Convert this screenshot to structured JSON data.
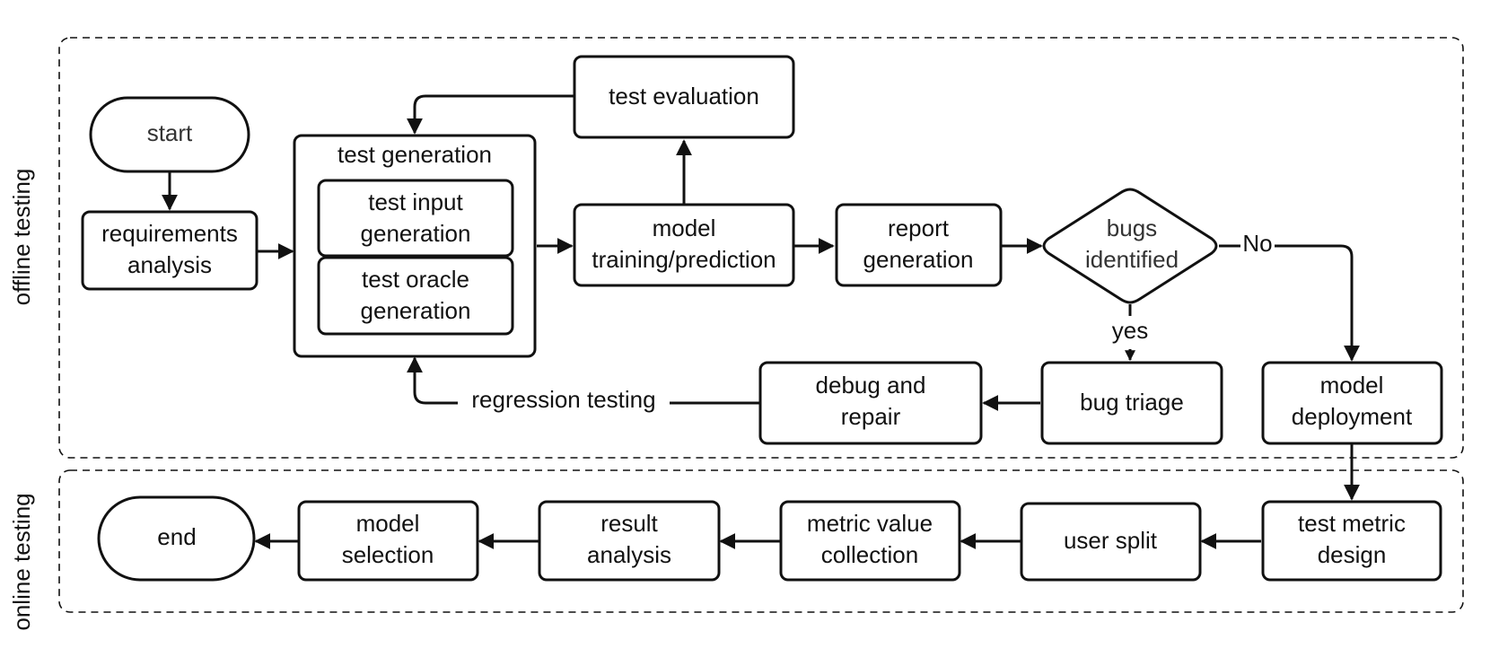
{
  "regions": {
    "offline": "offline testing",
    "online": "online testing"
  },
  "nodes": {
    "start": "start",
    "requirements": [
      "requirements",
      "analysis"
    ],
    "test_generation": "test generation",
    "test_input": [
      "test input",
      "generation"
    ],
    "test_oracle": [
      "test oracle",
      "generation"
    ],
    "test_evaluation": "test evaluation",
    "model_training": [
      "model",
      "training/prediction"
    ],
    "report_generation": [
      "report",
      "generation"
    ],
    "bugs_identified": [
      "bugs",
      "identified"
    ],
    "bug_triage": "bug triage",
    "debug_repair": [
      "debug and",
      "repair"
    ],
    "model_deployment": [
      "model",
      "deployment"
    ],
    "test_metric_design": [
      "test metric",
      "design"
    ],
    "user_split": "user split",
    "metric_value": [
      "metric value",
      "collection"
    ],
    "result_analysis": [
      "result",
      "analysis"
    ],
    "model_selection": [
      "model",
      "selection"
    ],
    "end": "end"
  },
  "edge_labels": {
    "no": "No",
    "yes": "yes",
    "regression": "regression testing"
  }
}
